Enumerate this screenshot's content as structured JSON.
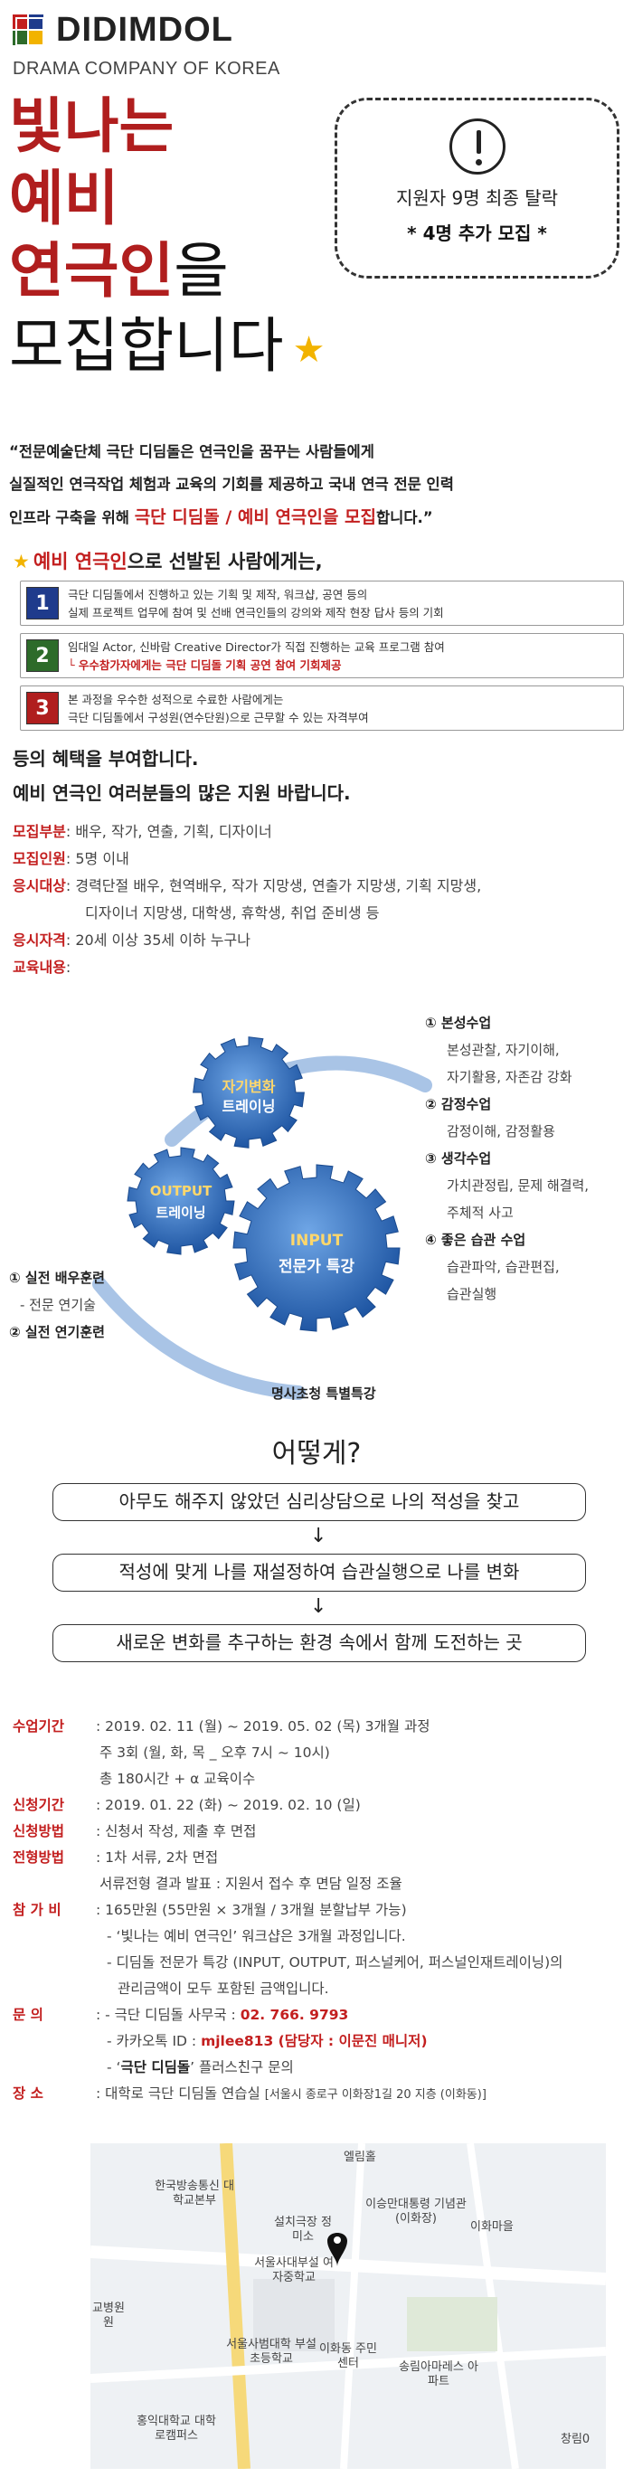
{
  "logo": {
    "name": "DIDIMDOL",
    "subtitle": "DRAMA COMPANY OF KOREA"
  },
  "headline": {
    "line1": "빛나는",
    "line2": "예비",
    "line3_red": "연극인",
    "line3_black": "을",
    "line4": "모집합니다"
  },
  "notice": {
    "line1": "지원자 9명 최종 탈락",
    "line2": "* 4명 추가 모집 *"
  },
  "intro": {
    "line1": "“전문예술단체 극단 디딤돌은 연극인을 꿈꾸는 사람들에게",
    "line2": "실질적인 연극작업 체험과 교육의 기회를 제공하고 국내 연극 전문 인력",
    "line3_pre": "인프라 구축을 위해 ",
    "line3_red": "극단 디딤돌 / 예비 연극인을 모집",
    "line3_post": "합니다.”"
  },
  "benefits": {
    "title_red": "예비 연극인",
    "title_rest": "으로 선발된 사람에게는,",
    "items": [
      {
        "num": "1",
        "color": "#1f3b8c",
        "line1": "극단 디딤돌에서 진행하고 있는 기획 및 제작, 워크샵, 공연 등의",
        "line2": "실제 프로젝트 업무에 참여 및 선배 연극인들의 강의와 제작 현장 답사 등의 기회",
        "line2_red": ""
      },
      {
        "num": "2",
        "color": "#2d6b2a",
        "line1": "임대일 Actor, 신바람 Creative Director가 직접 진행하는 교육 프로그램 참여",
        "line2": "",
        "line2_red": "└ 우수참가자에게는 극단 디딤돌 기획 공연 참여 기회제공"
      },
      {
        "num": "3",
        "color": "#b01e1e",
        "line1": "본 과정을 우수한 성적으로 수료한 사람에게는",
        "line2": "극단 디딤돌에서 구성원(연수단원)으로 근무할 수 있는 자격부여",
        "line2_red": ""
      }
    ],
    "after1": "등의 혜택을 부여합니다.",
    "after2": "예비 연극인 여러분들의 많은 지원 바랍니다."
  },
  "recruit": [
    {
      "key": "모집부분",
      "val": ": 배우, 작가, 연출, 기획, 디자이너"
    },
    {
      "key": "모집인원",
      "val": ": 5명 이내"
    },
    {
      "key": "응시대상",
      "val": ": 경력단절 배우, 현역배우, 작가 지망생, 연출가 지망생, 기획 지망생,"
    },
    {
      "key": "",
      "val": "디자이너 지망생, 대학생, 휴학생, 취업 준비생 등"
    },
    {
      "key": "응시자격",
      "val": ": 20세 이상 35세 이하 누구나"
    },
    {
      "key": "교육내용",
      "val": ":"
    }
  ],
  "diagram": {
    "gear_top_l1": "자기변화",
    "gear_top_l2": "트레이닝",
    "gear_left_l1": "OUTPUT",
    "gear_left_l2": "트레이닝",
    "gear_big_l1": "INPUT",
    "gear_big_l2": "전문가 특강",
    "bottom_label": "명사초청 특별특강",
    "left_items": [
      {
        "text": "① 실전 배우훈련",
        "bold": true
      },
      {
        "text": "- 전문 연기술",
        "bold": false
      },
      {
        "text": "② 실전 연기훈련",
        "bold": true
      }
    ],
    "right_items": [
      {
        "text": "① 본성수업",
        "bold": true
      },
      {
        "text": "본성관찰, 자기이해,",
        "bold": false
      },
      {
        "text": "자기활용, 자존감 강화",
        "bold": false
      },
      {
        "text": "② 감정수업",
        "bold": true
      },
      {
        "text": "감정이해, 감정활용",
        "bold": false
      },
      {
        "text": "③ 생각수업",
        "bold": true
      },
      {
        "text": "가치관정립, 문제 해결력,",
        "bold": false
      },
      {
        "text": "주체적 사고",
        "bold": false
      },
      {
        "text": "④ 좋은 습관 수업",
        "bold": true
      },
      {
        "text": "습관파악, 습관편집,",
        "bold": false
      },
      {
        "text": "습관실행",
        "bold": false
      }
    ]
  },
  "how": {
    "title": "어떻게?",
    "steps": [
      "아무도 해주지 않았던 심리상담으로 나의 적성을 찾고",
      "적성에 맞게 나를 재설정하여 습관실행으로 나를 변화",
      "새로운 변화를 추구하는 환경 속에서 함께 도전하는 곳"
    ],
    "arrow": "↓"
  },
  "details": {
    "period_key": "수업기간",
    "period_1": ": 2019. 02. 11 (월) ~ 2019. 05. 02 (목) 3개월 과정",
    "period_2": "주 3회 (월, 화, 목 _ 오후 7시 ~ 10시)",
    "period_3": "총 180시간 + α 교육이수",
    "apply_key": "신청기간",
    "apply_val": ": 2019. 01. 22 (화) ~ 2019. 02. 10 (일)",
    "method_key": "신청방법",
    "method_val": ": 신청서 작성, 제출 후 면접",
    "select_key": "전형방법",
    "select_val": ": 1차 서류, 2차 면접",
    "select_val2": "서류전형 결과 발표 : 지원서 접수 후 면담 일정 조율",
    "fee_key": "참  가  비",
    "fee_val": ": 165만원 (55만원 × 3개월 / 3개월 분할납부 가능)",
    "fee_note1": "- ‘빛나는 예비 연극인’ 워크샵은 3개월 과정입니다.",
    "fee_note2": "- 디딤돌 전문가 특강 (INPUT, OUTPUT, 퍼스널케어, 퍼스널인재트레이닝)의",
    "fee_note3": "관리금액이 모두 포함된 금액입니다.",
    "contact_key": "문      의",
    "contact_1_pre": ": - 극단 디딤돌 사무국 : ",
    "contact_1_bold": "02. 766. 9793",
    "contact_2_pre": "- 카카오톡 ID : ",
    "contact_2_bold": "mjlee813 (담당자 : 이문진 매니저)",
    "contact_3_pre": "- ‘",
    "contact_3_bold": "극단 디딤돌",
    "contact_3_post": "’ 플러스친구 문의",
    "place_key": "장      소",
    "place_val": ": 대학로 극단 디딤돌 연습실",
    "place_small": "[서울시 종로구 이화장1길 20 지층 (이화동)]"
  },
  "map": {
    "labels": [
      "엘림홀",
      "한국방송통신 대학교본부",
      "설치극장 정미소",
      "이승만대통령 기념관(이화장)",
      "이화마을",
      "서울사대부설 여자중학교",
      "교병원 원",
      "서울사범대학 부설초등학교",
      "이화동 주민센터",
      "송림아마레스 아파트",
      "홍익대학교 대학로캠퍼스",
      "창림0"
    ]
  },
  "colors": {
    "red": "#c31f1f",
    "gold": "#f2b300",
    "gear_blue": "#2e6fbf"
  }
}
